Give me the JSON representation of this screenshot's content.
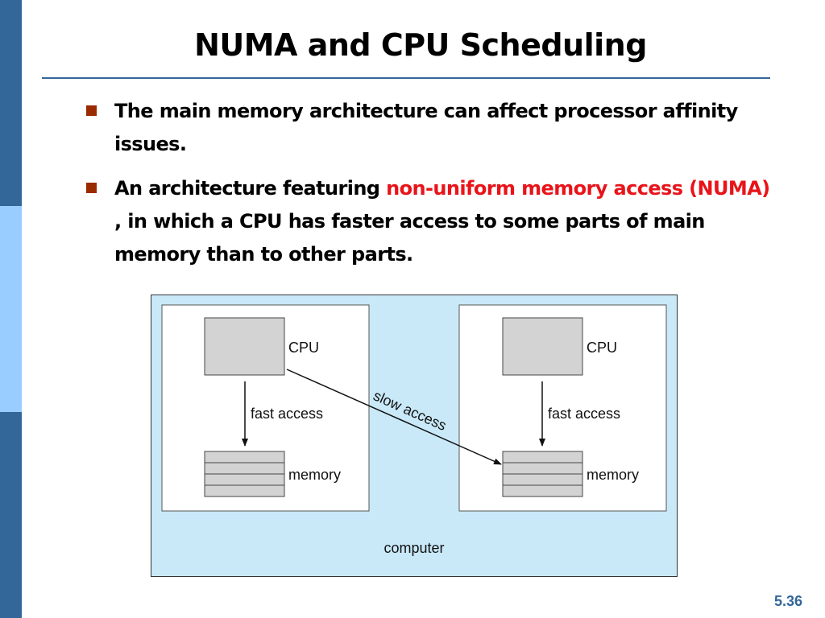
{
  "slide": {
    "title": "NUMA and CPU Scheduling",
    "slide_number": "5.36"
  },
  "bullets": [
    {
      "text": "The main memory architecture can affect processor affinity issues."
    },
    {
      "text_before": "An architecture featuring ",
      "highlight": "non-uniform memory access (NUMA)",
      "text_after": " , in which a CPU has faster access to some parts of main memory than to other parts."
    }
  ],
  "diagram": {
    "left_node": {
      "cpu_label": "CPU",
      "access_label": "fast access",
      "memory_label": "memory"
    },
    "right_node": {
      "cpu_label": "CPU",
      "access_label": "fast access",
      "memory_label": "memory"
    },
    "cross_label": "slow access",
    "container_label": "computer"
  },
  "colors": {
    "side_bar_dark": "#336699",
    "side_bar_light": "#99ccff",
    "bullet_marker": "#9a2a00",
    "highlight": "#e8141a",
    "diagram_background": "#c9e9f8"
  }
}
